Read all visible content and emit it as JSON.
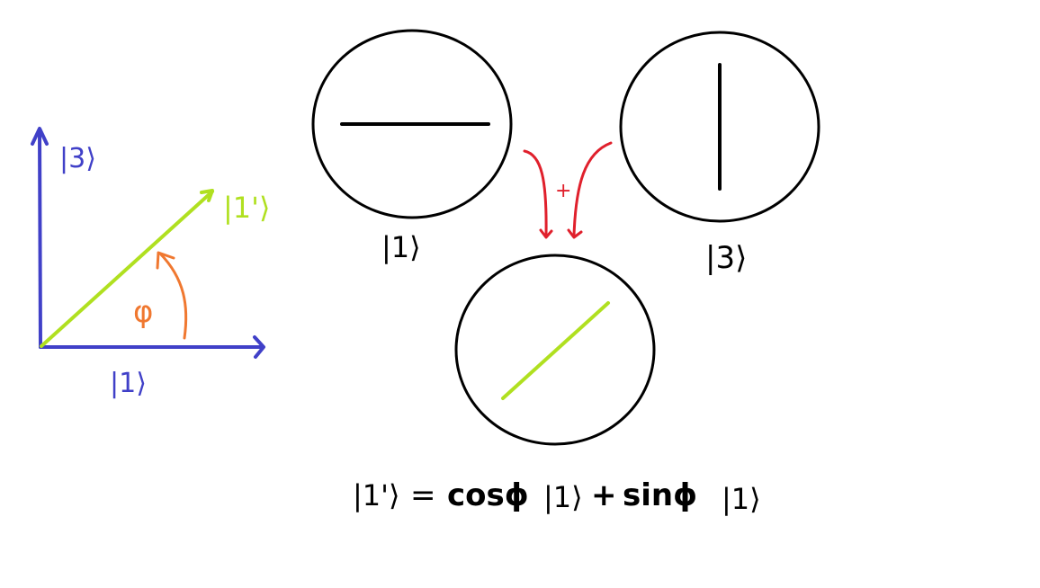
{
  "colors": {
    "axis": "#4040c8",
    "vector": "#b0e020",
    "angle": "#f07830",
    "arrow_red": "#e0202c",
    "ink": "#000000"
  },
  "axes": {
    "x_label": "|1⟩",
    "y_label": "|3⟩",
    "vector_label": "|1'⟩",
    "angle_label": "φ"
  },
  "states": {
    "left_label": "|1⟩",
    "right_label": "|3⟩",
    "plus_sign": "+"
  },
  "formula": {
    "lhs": "|1'⟩",
    "equals": "=",
    "cos_term": "cosϕ",
    "ket_one": "|1⟩",
    "plus": "+",
    "sin_term": "sinϕ",
    "ket_two": "|1⟩"
  }
}
